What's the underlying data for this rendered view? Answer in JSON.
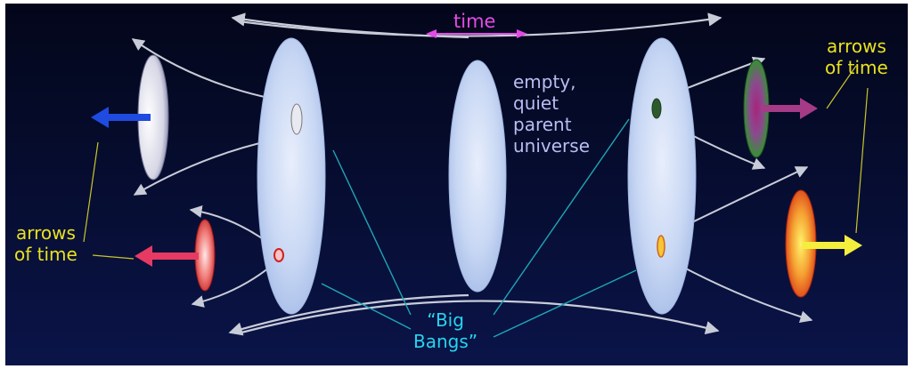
{
  "diagram": {
    "time_label": "time",
    "parent_universe_lines": [
      "empty,",
      "quiet",
      "parent",
      "universe"
    ],
    "arrows_of_time_left": [
      "arrows",
      "of time"
    ],
    "arrows_of_time_right": [
      "arrows",
      "of time"
    ],
    "big_bangs_lines": [
      "“Big",
      "Bangs”"
    ]
  },
  "colors": {
    "background": "#050926",
    "time": "#e24be6",
    "parent_text": "#b7bef2",
    "arrows_of_time": "#e9e21f",
    "big_bangs": "#27d3ef",
    "blue_arrow": "#1f4be0",
    "red_arrow": "#e63a63",
    "purple_arrow": "#a53a87",
    "yellow_arrow": "#f4ef3d"
  }
}
